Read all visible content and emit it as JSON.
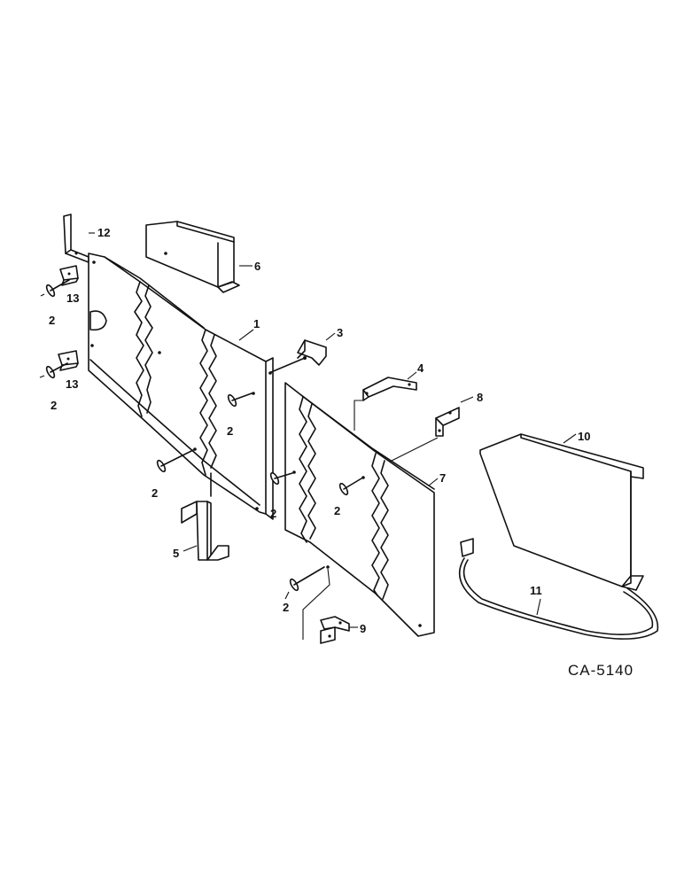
{
  "callouts": {
    "p1": "1",
    "p2a": "2",
    "p2b": "2",
    "p2c": "2",
    "p2d": "2",
    "p2e": "2",
    "p2f": "2",
    "p2g": "2",
    "p3": "3",
    "p4": "4",
    "p5": "5",
    "p6": "6",
    "p7": "7",
    "p8": "8",
    "p9": "9",
    "p10": "10",
    "p11": "11",
    "p12": "12",
    "p13a": "13",
    "p13b": "13"
  },
  "drawing_code": "CA-5140"
}
